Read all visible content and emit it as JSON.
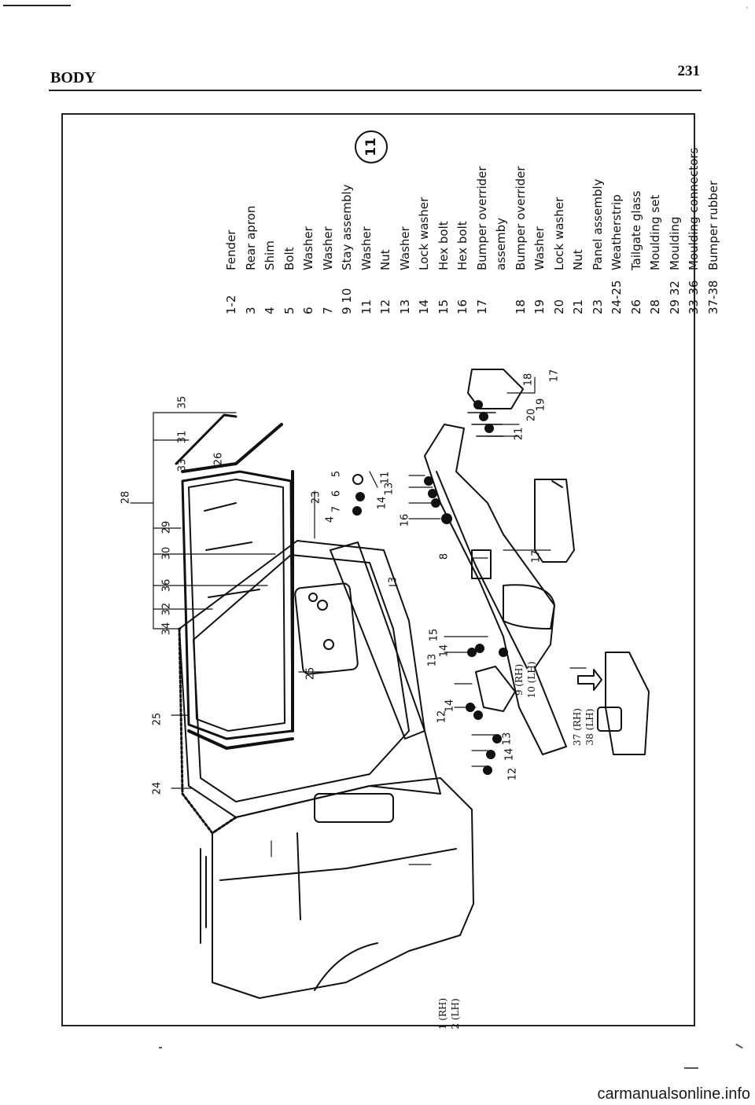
{
  "header": {
    "section_title": "BODY",
    "page_number": "231"
  },
  "figure_number": "11",
  "legend": [
    {
      "num": "1-2",
      "label": "Fender"
    },
    {
      "num": "3",
      "label": "Rear apron"
    },
    {
      "num": "4",
      "label": "Shim"
    },
    {
      "num": "5",
      "label": "Bolt"
    },
    {
      "num": "6",
      "label": "Washer"
    },
    {
      "num": "7",
      "label": "Washer"
    },
    {
      "num": "9 10",
      "label": "Stay assembly"
    },
    {
      "num": "11",
      "label": "Washer"
    },
    {
      "num": "12",
      "label": "Nut"
    },
    {
      "num": "13",
      "label": "Washer"
    },
    {
      "num": "14",
      "label": "Lock washer"
    },
    {
      "num": "15",
      "label": "Hex bolt"
    },
    {
      "num": "16",
      "label": "Hex bolt"
    },
    {
      "num": "17",
      "label": "Bumper overrider"
    },
    {
      "num": "",
      "label": "assemby"
    },
    {
      "num": "18",
      "label": "Bumper overrider"
    },
    {
      "num": "19",
      "label": "Washer"
    },
    {
      "num": "20",
      "label": "Lock washer"
    },
    {
      "num": "21",
      "label": "Nut"
    },
    {
      "num": "23",
      "label": "Panel assembly"
    },
    {
      "num": "24-25",
      "label": "Weatherstrip"
    },
    {
      "num": "26",
      "label": "Tailgate glass"
    },
    {
      "num": "28",
      "label": "Moulding set"
    },
    {
      "num": "29 32",
      "label": "Moulding"
    },
    {
      "num": "33-36",
      "label": "Moulding connectors"
    },
    {
      "num": "37-38",
      "label": "Bumper rubber"
    }
  ],
  "callouts": {
    "c28": "28",
    "c35": "35",
    "c31": "31",
    "c33": "33",
    "c26": "26",
    "c29": "29",
    "c30": "30",
    "c36": "36",
    "c32": "32",
    "c34": "34",
    "c24": "24",
    "c25a": "25",
    "c25b": "25",
    "c23": "23",
    "c3": "3",
    "c4": "4",
    "c5": "5",
    "c6": "6",
    "c7": "7",
    "c8": "8",
    "c11": "11",
    "c13a": "13",
    "c14a": "14",
    "c16": "16",
    "c15": "15",
    "c13b": "13",
    "c14b": "14",
    "c12a": "12",
    "c14c": "14",
    "c12b": "12",
    "c14d": "14",
    "c13c": "13",
    "c17a": "17",
    "c17b": "17",
    "c18": "18",
    "c19": "19",
    "c20": "20",
    "c21": "21",
    "c9_10_a": "9 (RH)",
    "c9_10_b": "10 (LH)",
    "c37_38_a": "37 (RH)",
    "c37_38_b": "38 (LH)",
    "c1_2_a": "1 (RH)",
    "c1_2_b": "2 (LH)"
  },
  "footer": {
    "watermark": "carmanualsonline.info"
  }
}
